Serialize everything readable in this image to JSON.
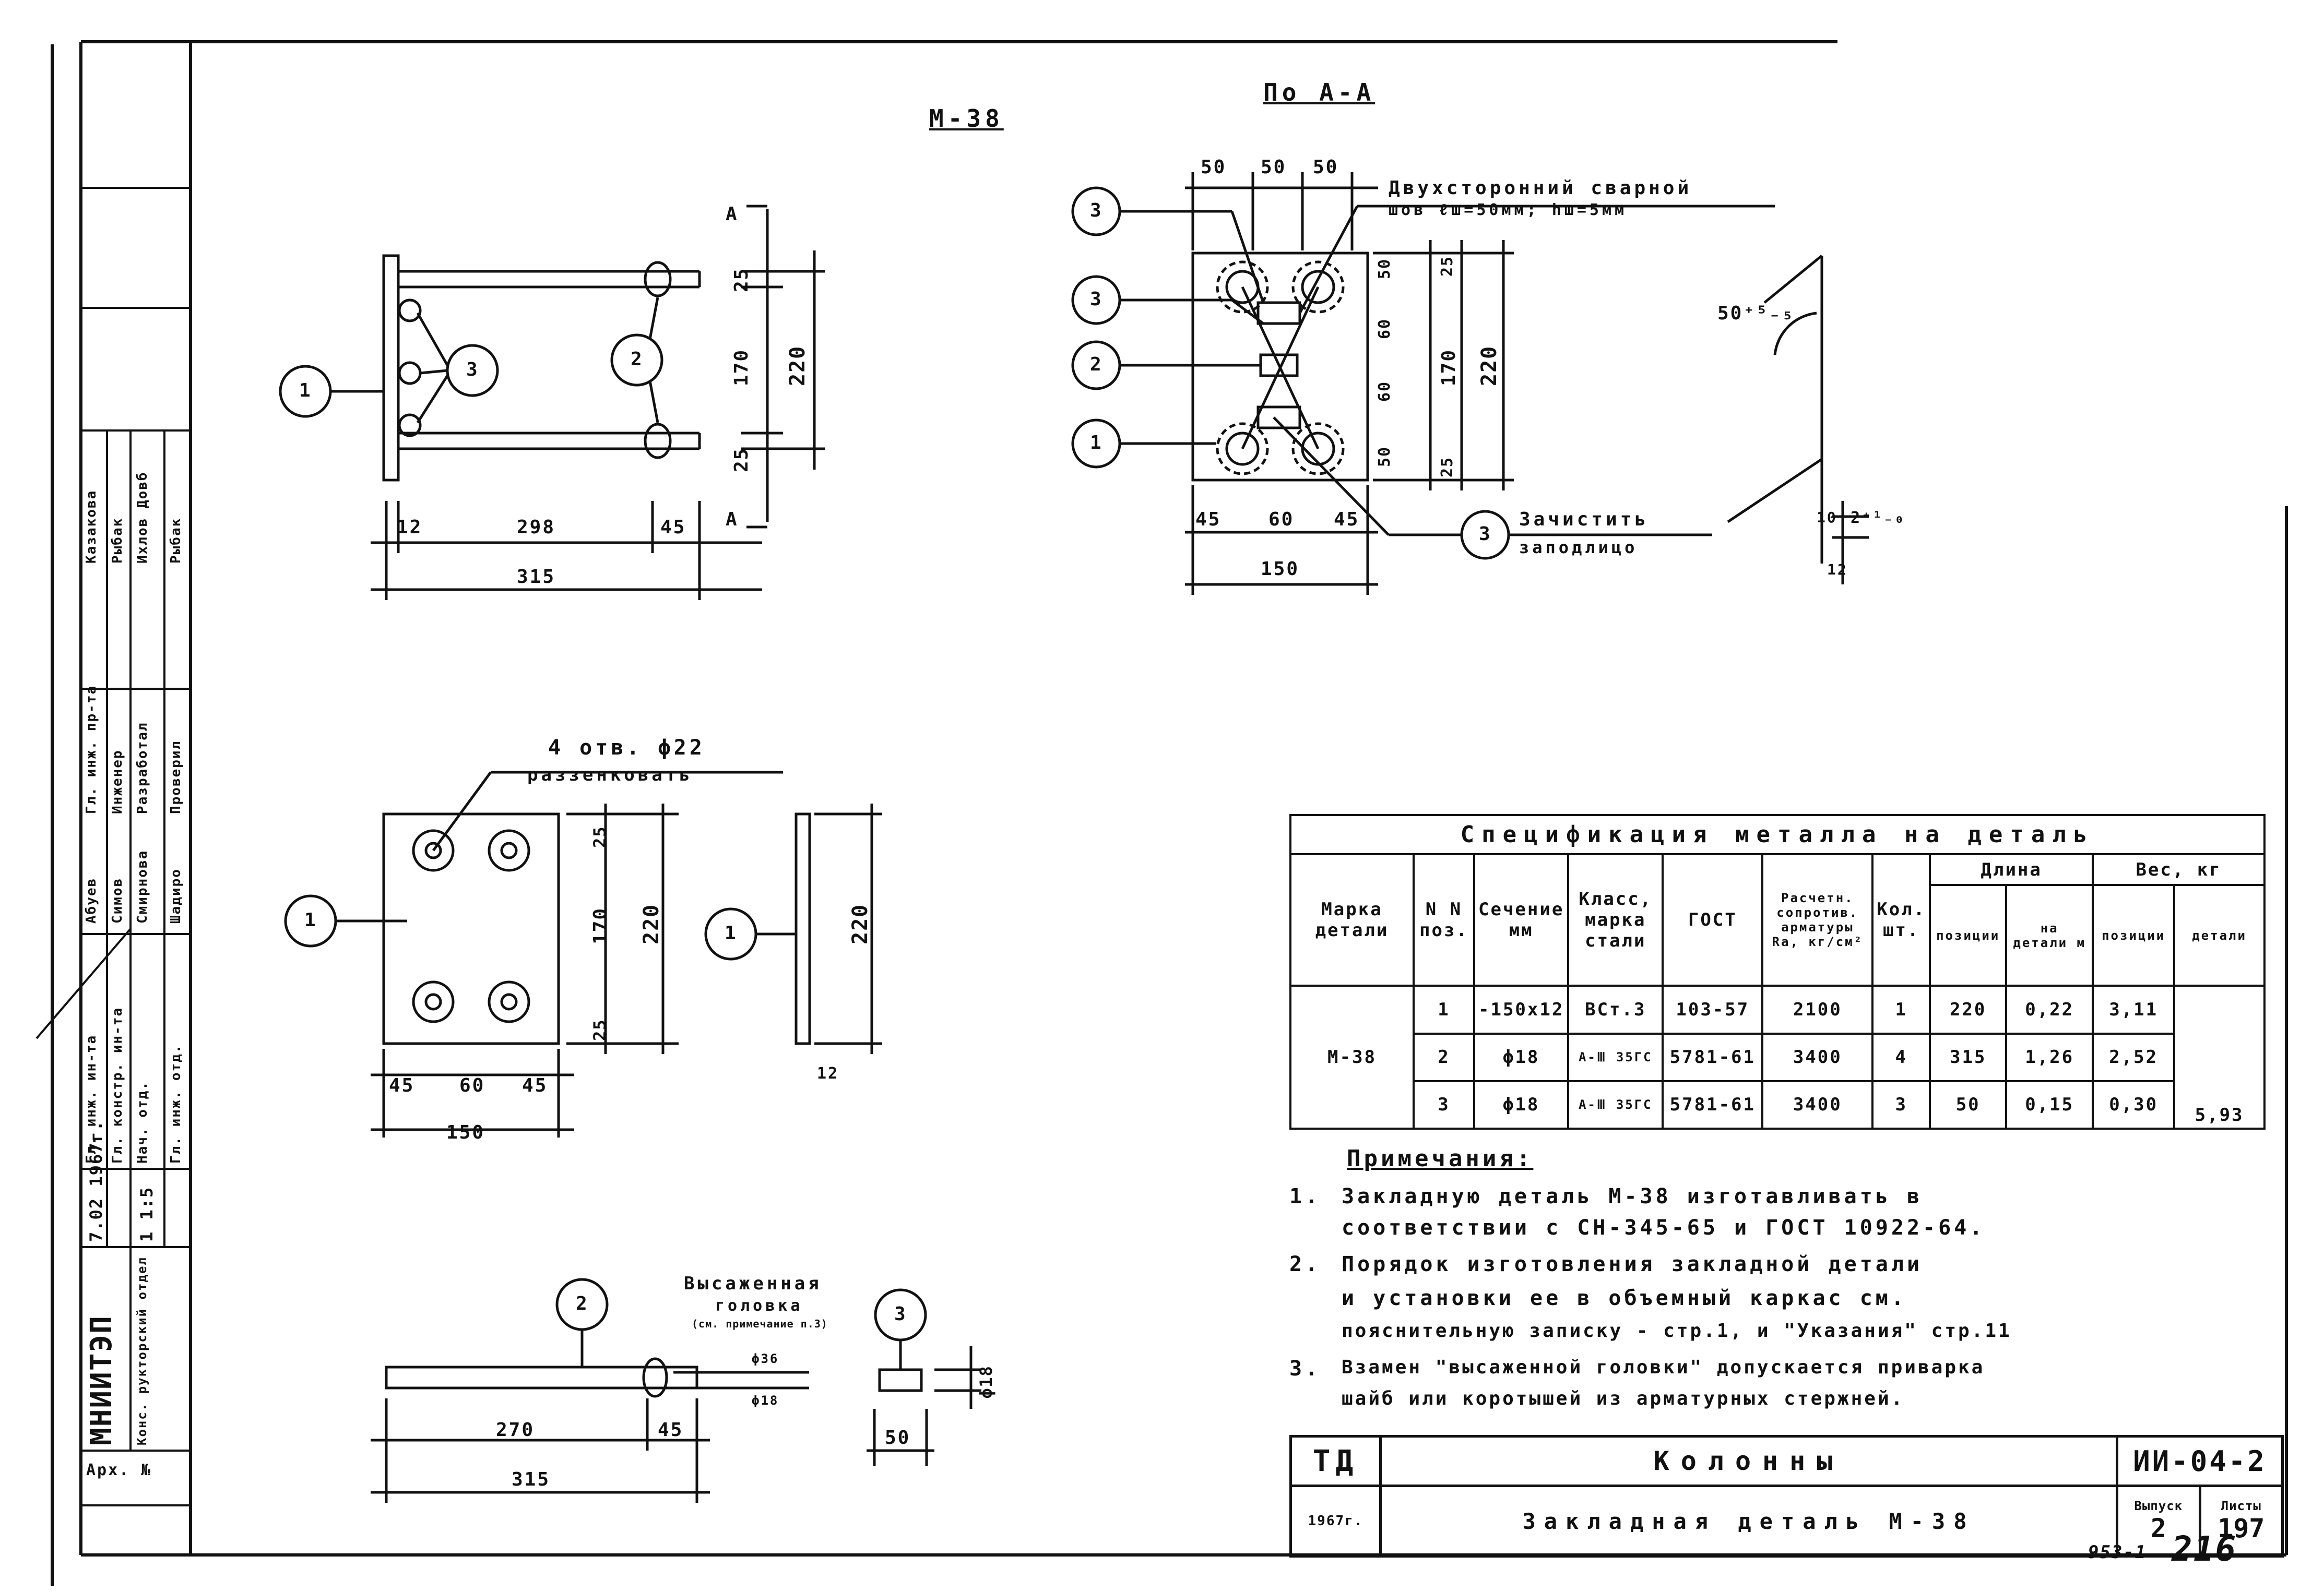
{
  "views": {
    "front_title": "М-38",
    "section_title": "По А-А",
    "section_marker": "А",
    "weld_note_1": "Двухсторонний сварной",
    "weld_note_2": "шов ℓш=50мм; hш=5мм",
    "clean_note_1": "Зачистить",
    "clean_note_2": "заподлицо",
    "holes_note_1": "4 отв. ϕ22",
    "holes_note_2": "раззенковать",
    "head_note_1": "Высаженная",
    "head_note_2": "головка",
    "head_note_3": "(см. примечание п.3)",
    "angle": "50⁺⁵₋₅",
    "tol": "2⁺¹₋₀"
  },
  "callouts": [
    "1",
    "2",
    "3"
  ],
  "dims": {
    "d25": "25",
    "d170": "170",
    "d220": "220",
    "d12": "12",
    "d298": "298",
    "d45": "45",
    "d315": "315",
    "d50": "50",
    "d60": "60",
    "d150": "150",
    "d270": "270",
    "d10": "10",
    "phi18": "ϕ18",
    "phi36": "ϕ36",
    "phi22": "ϕ22"
  },
  "spec": {
    "title": "Спецификация металла на деталь",
    "headers": {
      "mark": "Марка детали",
      "pos": "N N поз.",
      "section": "Сечение мм",
      "class": "Класс, марка стали",
      "gost": "ГОСТ",
      "rs": "Расчетн. сопротив. арматуры Rа, кг/см²",
      "qty": "Кол. шт.",
      "length": "Длина",
      "len_pos": "позиции",
      "len_det": "на детали м",
      "weight": "Вес, кг",
      "w_pos": "позиции",
      "w_det": "детали"
    },
    "mark": "М-38",
    "rows": [
      {
        "pos": "1",
        "section": "-150x12",
        "cls": "ВСт.3",
        "gost": "103-57",
        "rs": "2100",
        "qty": "1",
        "lp": "220",
        "ld": "0,22",
        "wp": "3,11"
      },
      {
        "pos": "2",
        "section": "ϕ18",
        "cls": "А-Ⅲ 35ГС",
        "gost": "5781-61",
        "rs": "3400",
        "qty": "4",
        "lp": "315",
        "ld": "1,26",
        "wp": "2,52"
      },
      {
        "pos": "3",
        "section": "ϕ18",
        "cls": "А-Ⅲ 35ГС",
        "gost": "5781-61",
        "rs": "3400",
        "qty": "3",
        "lp": "50",
        "ld": "0,15",
        "wp": "0,30"
      }
    ],
    "total_weight": "5,93"
  },
  "notes": {
    "title": "Примечания:",
    "items": [
      {
        "n": "1.",
        "l1": "Закладную деталь М-38 изготавливать в",
        "l2": "соответствии с СН-345-65 и ГОСТ 10922-64."
      },
      {
        "n": "2.",
        "l1": "Порядок изготовления закладной детали",
        "l2": "и установки ее в объемный каркас см.",
        "l3": "пояснительную записку - стр.1, и \"Указания\" стр.11"
      },
      {
        "n": "3.",
        "l1": "Взамен \"высаженной головки\" допускается приварка",
        "l2": "шайб или коротышей из арматурных стержней."
      }
    ]
  },
  "title_block": {
    "td": "ТД",
    "year": "1967г.",
    "name_1": "Колонны",
    "name_2": "Закладная деталь М-38",
    "code": "ИИ-04-2",
    "issue_label": "Выпуск",
    "sheet_label": "Листы",
    "issue": "2",
    "sheet": "197",
    "hand_1": "953-1",
    "hand_2": "216"
  },
  "left_stamp": {
    "org": "МНИИТЭП",
    "dept": "Конс. рукторский отдел",
    "arch": "Арх. №",
    "date": "7.02 1967г.",
    "scale": "1 1:5",
    "r1": "Гл. инж. ин-та",
    "r2": "Гл. констр. ин-та",
    "r3": "Нач. отд.",
    "r4": "Гл. инж. отд.",
    "n1": "Абуев",
    "n2": "Симов",
    "n3": "Смирнова",
    "n4": "Шадиро",
    "r5": "Гл. инж. пр-та",
    "r6": "Инженер",
    "r7": "Разработал",
    "r8": "Проверил",
    "n5": "Казакова",
    "n6": "Рыбак",
    "n7": "Ихлов Довб",
    "n8": "Рыбак"
  }
}
